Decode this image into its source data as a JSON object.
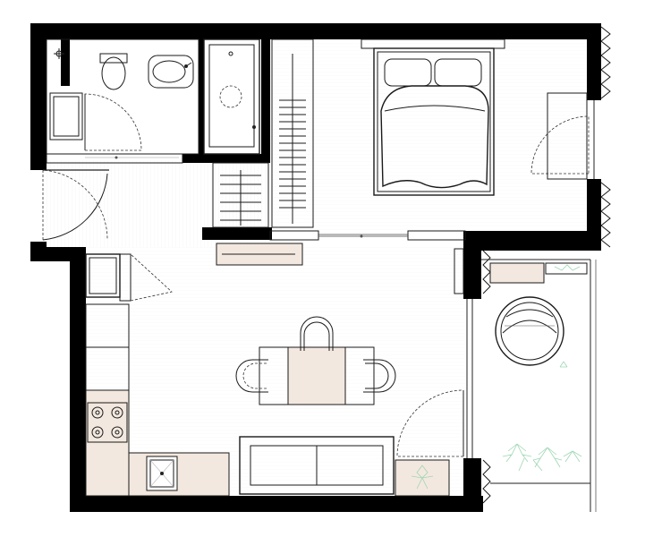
{
  "drawing": {
    "type": "floor-plan",
    "rooms": [
      "bathroom",
      "bedroom",
      "entry-hall",
      "living-kitchen",
      "balcony"
    ],
    "fixtures": [
      "toilet",
      "washbasin",
      "bathtub",
      "double-bed",
      "wardrobe",
      "fridge",
      "kitchen-counter",
      "cooktop",
      "sink",
      "dining-table",
      "dining-chairs",
      "sofa",
      "lounge-chair",
      "plants"
    ],
    "colors": {
      "wall": "#000000",
      "accent_furniture": "#f3e8df",
      "plant_line": "#9fd6b4",
      "background": "#ffffff"
    }
  }
}
